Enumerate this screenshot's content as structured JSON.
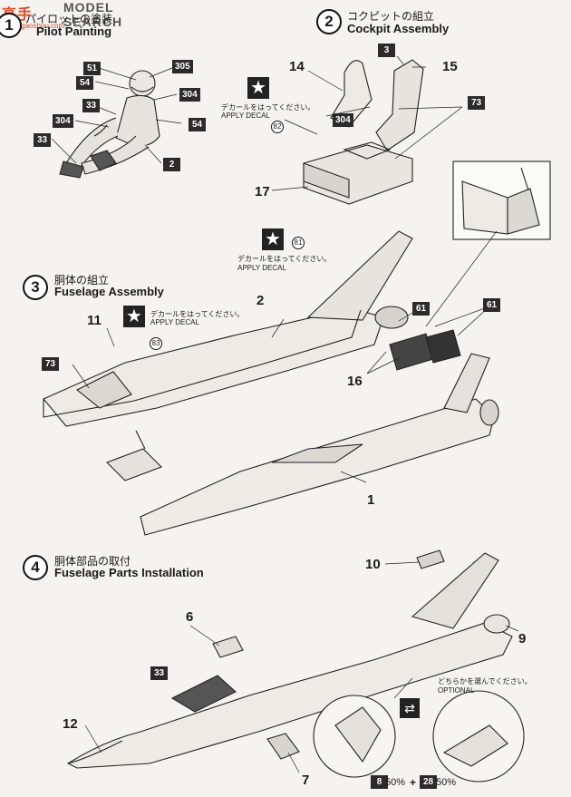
{
  "watermark": {
    "logo": "高手",
    "text": "MODEL SEARCH",
    "url": "www.gaoshou.com"
  },
  "step1": {
    "number": "1",
    "title_jp": "パイロットの塗装",
    "title_en": "Pilot Painting",
    "callouts": [
      "51",
      "305",
      "54",
      "304",
      "33",
      "304",
      "54",
      "33",
      "2"
    ]
  },
  "step2": {
    "number": "2",
    "title_jp": "コクピットの組立",
    "title_en": "Cockpit Assembly",
    "parts": [
      "14",
      "15",
      "17"
    ],
    "callouts": [
      "3",
      "73",
      "304"
    ]
  },
  "decal_note": {
    "jp": "デカールをはってください。",
    "en": "APPLY DECAL"
  },
  "decals": [
    "82",
    "81",
    "83"
  ],
  "step3": {
    "number": "3",
    "title_jp": "胴体の組立",
    "title_en": "Fuselage Assembly",
    "parts": [
      "2",
      "11",
      "16",
      "1"
    ],
    "callouts": [
      "73",
      "61",
      "61"
    ]
  },
  "step4": {
    "number": "4",
    "title_jp": "胴体部品の取付",
    "title_en": "Fuselage Parts Installation",
    "parts": [
      "10",
      "6",
      "9",
      "12",
      "7"
    ],
    "callouts": [
      "33",
      "8",
      "28"
    ],
    "optional_jp": "どちらかを選んでください。",
    "optional_en": "OPTIONAL",
    "mix_a": "50%",
    "mix_plus": "+",
    "mix_b": "50%"
  }
}
